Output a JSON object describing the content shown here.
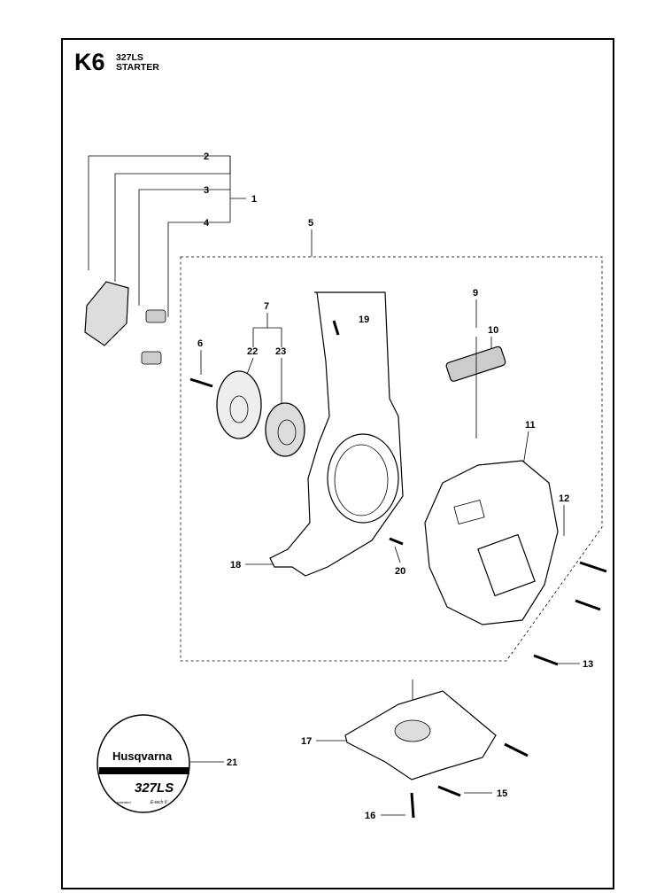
{
  "header": {
    "code": "K6",
    "model": "327LS",
    "title": "STARTER"
  },
  "callouts": {
    "c1": "1",
    "c2": "2",
    "c3": "3",
    "c4": "4",
    "c5": "5",
    "c6": "6",
    "c7": "7",
    "c9": "9",
    "c10": "10",
    "c11": "11",
    "c12": "12",
    "c13": "13",
    "c15": "15",
    "c16": "16",
    "c17": "17",
    "c18": "18",
    "c19": "19",
    "c20": "20",
    "c21": "21",
    "c22": "22",
    "c23": "23"
  },
  "decal": {
    "brand": "Husqvarna",
    "model": "327LS",
    "note_left": "patented",
    "note_right": "E-tech II"
  }
}
